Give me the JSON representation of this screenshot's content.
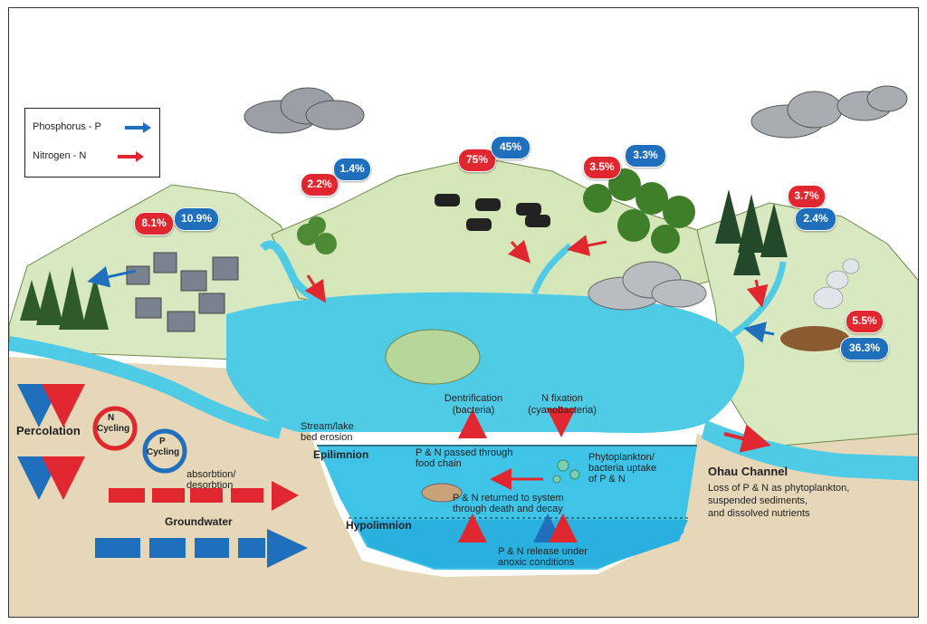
{
  "legend": {
    "phosphorus_label": "Phosphorus - P",
    "nitrogen_label": "Nitrogen - N",
    "phosphorus_color": "#1f6fbd",
    "nitrogen_color": "#e0262f"
  },
  "sources": {
    "urban": {
      "nitrogen": "8.1%",
      "phosphorus": "10.9%"
    },
    "stream_west": {
      "nitrogen": "2.2%",
      "phosphorus": "1.4%"
    },
    "pasture": {
      "nitrogen": "75%",
      "phosphorus": "45%"
    },
    "native_forest": {
      "nitrogen": "3.5%",
      "phosphorus": "3.3%"
    },
    "pine_forest": {
      "nitrogen": "3.7%",
      "phosphorus": "2.4%"
    },
    "geothermal": {
      "nitrogen": "5.5%",
      "phosphorus": "36.3%"
    }
  },
  "labels": {
    "percolation": "Percolation",
    "n_cycling_1": "N",
    "n_cycling_2": "Cycling",
    "p_cycling_1": "P",
    "p_cycling_2": "Cycling",
    "absorption_1": "absorbtion/",
    "absorption_2": "desorbtion",
    "groundwater": "Groundwater",
    "erosion_1": "Stream/lake",
    "erosion_2": "bed erosion",
    "epilimnion": "Epilimnion",
    "hypolimnion": "Hypolimnion",
    "dentrification_1": "Dentrification",
    "dentrification_2": "(bacteria)",
    "fixation_1": "N fixation",
    "fixation_2": "(cyanobacteria)",
    "food_chain_1": "P & N passed through",
    "food_chain_2": "food chain",
    "uptake_1": "Phytoplankton/",
    "uptake_2": "bacteria uptake",
    "uptake_3": "of P & N",
    "returned_1": "P & N returned to system",
    "returned_2": "through death and decay",
    "release_1": "P & N release under",
    "release_2": "anoxic conditions",
    "channel_title": "Ohau Channel",
    "channel_1": "Loss of P & N as phytoplankton,",
    "channel_2": "suspended sediments,",
    "channel_3": "and dissolved nutrients"
  }
}
